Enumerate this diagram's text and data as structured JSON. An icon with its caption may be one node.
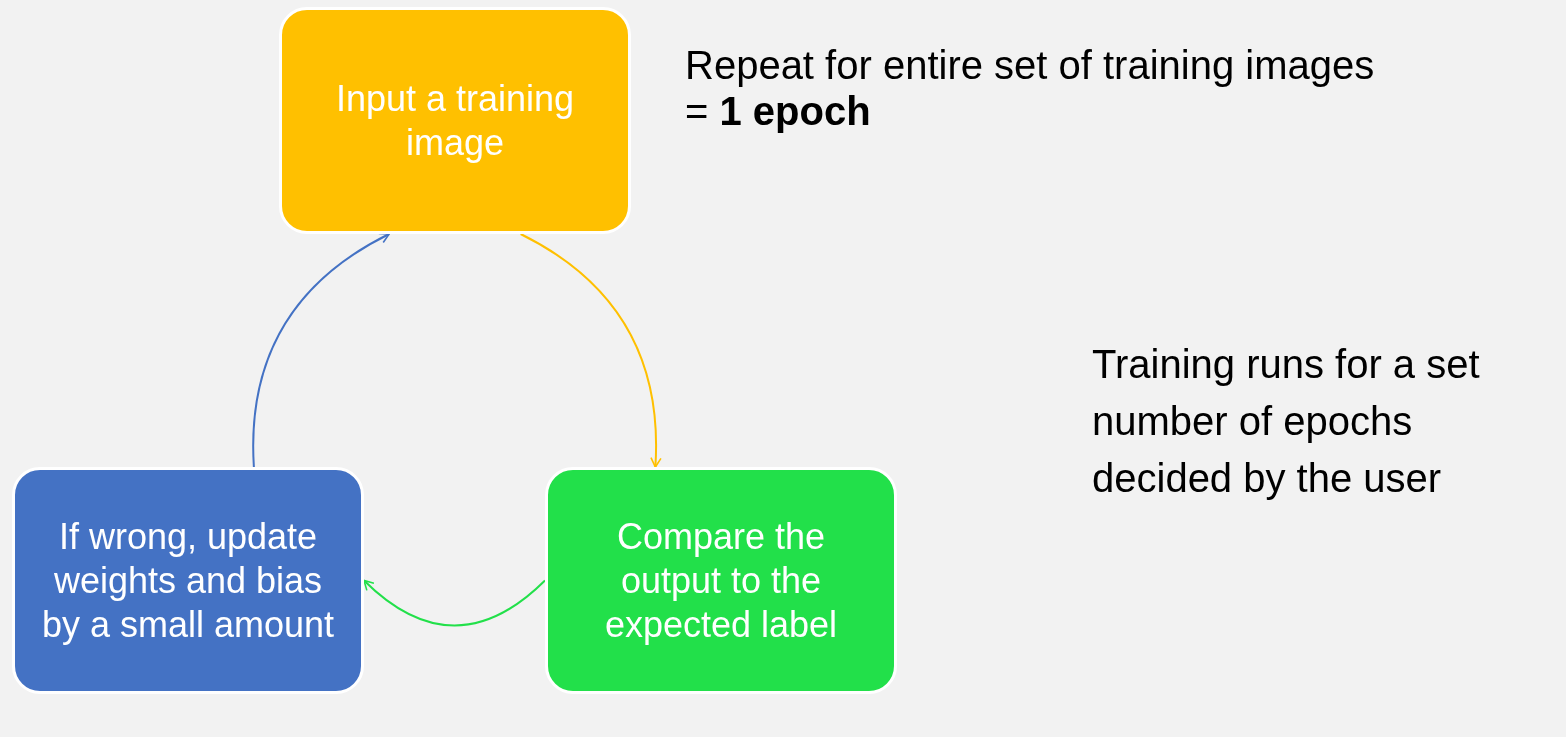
{
  "diagram": {
    "nodes": [
      {
        "text": [
          "Input a training image"
        ]
      },
      {
        "text": [
          "Compare the output to the expected label"
        ]
      },
      {
        "text": [
          "If wrong, update weights and bias by a small amount"
        ]
      }
    ],
    "edges": [
      {
        "from": 0,
        "to": 1,
        "arrow": "to",
        "color": "#ffc000"
      },
      {
        "from": 1,
        "to": 2,
        "arrow": "to",
        "color": "#22e04a"
      },
      {
        "from": 2,
        "to": 0,
        "arrow": "to",
        "color": "#4472c4"
      }
    ],
    "labels": [
      "Repeat for entire set of training images = **1 epoch**",
      "Training runs for a set number of epochs decided by the user"
    ]
  }
}
